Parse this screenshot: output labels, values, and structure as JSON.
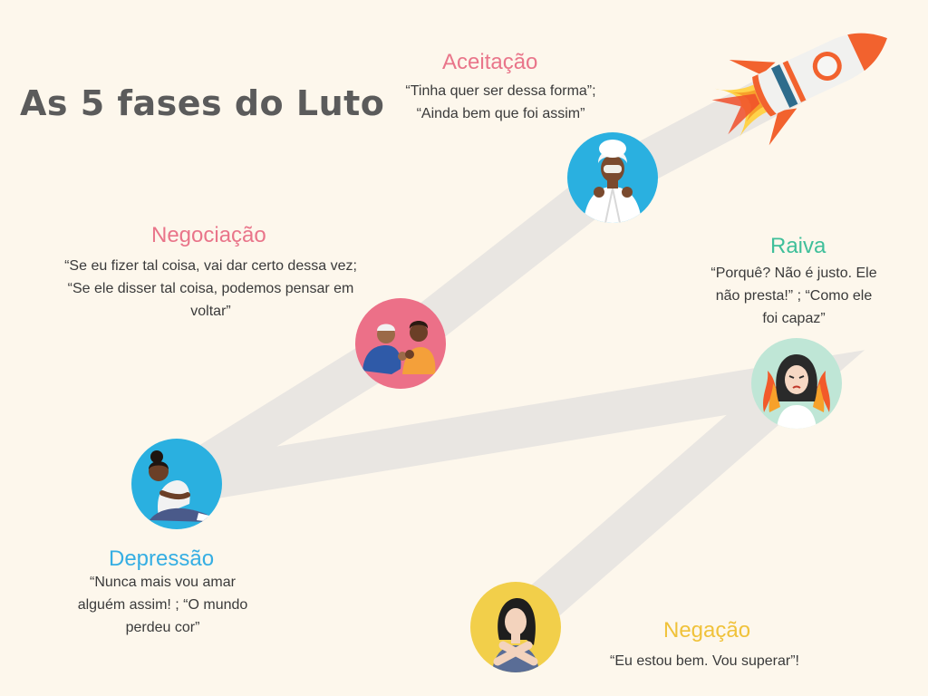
{
  "title": "As 5 fases do Luto",
  "colors": {
    "background": "#fdf7ec",
    "path": "#e9e6e2",
    "title": "#5b5b5b",
    "aceitacao": "#e9758a",
    "negociacao": "#e9758a",
    "raiva": "#3fbf9a",
    "depressao": "#35aee3",
    "negacao": "#f0c23a"
  },
  "stages": {
    "aceitacao": {
      "name": "Aceitação",
      "quote_lines": [
        "“Tinha quer ser dessa forma”;",
        "“Ainda bem que foi assim”"
      ],
      "icon": "woman-towel-face-mask-icon"
    },
    "negociacao": {
      "name": "Negociação",
      "quote_lines": [
        "“Se eu fizer tal  coisa, vai dar certo dessa vez;",
        "“Se ele disser tal coisa, podemos pensar em",
        "voltar”"
      ],
      "icon": "two-people-talking-icon"
    },
    "raiva": {
      "name": "Raiva",
      "quote_lines": [
        "“Porquê? Não é justo. Ele",
        "não presta!” ; “Como ele",
        "foi capaz”"
      ],
      "icon": "angry-woman-flames-icon"
    },
    "depressao": {
      "name": "Depressão",
      "quote_lines": [
        "“Nunca mais vou amar",
        "alguém assim! ; “O  mundo",
        "perdeu cor”"
      ],
      "icon": "sad-person-sitting-icon"
    },
    "negacao": {
      "name": "Negação",
      "quote_lines": [
        "“Eu estou bem. Vou superar”!"
      ],
      "icon": "woman-crossed-arms-icon"
    }
  },
  "rocket_icon": "rocket-icon"
}
